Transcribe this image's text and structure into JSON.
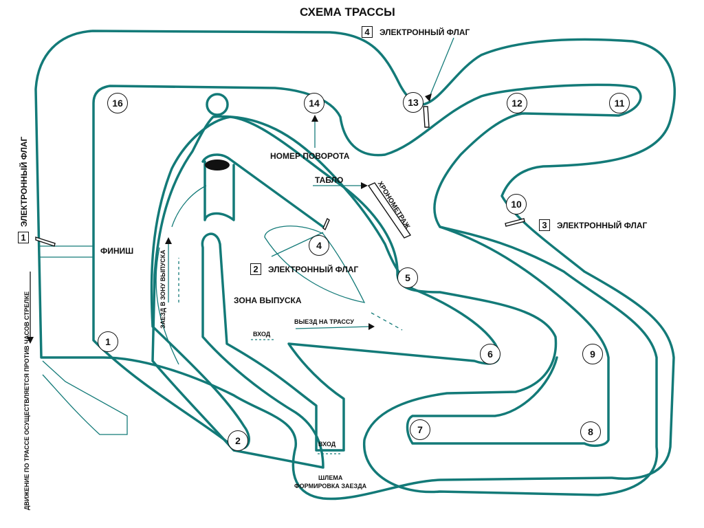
{
  "title": "СХЕМА ТРАССЫ",
  "colors": {
    "track": "#137a78",
    "ink": "#111111",
    "background": "#ffffff"
  },
  "flags": [
    {
      "number": "1",
      "label": "ЭЛЕКТРОННЫЙ ФЛАГ"
    },
    {
      "number": "2",
      "label": "ЭЛЕКТРОННЫЙ ФЛАГ"
    },
    {
      "number": "3",
      "label": "ЭЛЕКТРОННЫЙ ФЛАГ"
    },
    {
      "number": "4",
      "label": "ЭЛЕКТРОННЫЙ ФЛАГ"
    }
  ],
  "turns": [
    "1",
    "2",
    "4",
    "5",
    "6",
    "7",
    "8",
    "9",
    "10",
    "11",
    "12",
    "13",
    "14",
    "16"
  ],
  "labels": {
    "finish": "ФИНИШ",
    "turn_number": "НОМЕР ПОВОРОТА",
    "scoreboard": "ТАБЛО",
    "timing": "ХРОНОМЕТРАЖ",
    "release_zone": "ЗОНА ВЫПУСКА",
    "entry_release_zone": "ЗАЕЗД В ЗОНУ ВЫПУСКА",
    "exit_to_track": "ВЫЕЗД НА ТРАССУ",
    "entry_1": "ВХОД",
    "entry_2": "ВХОД",
    "helmets": "ШЛЕМА",
    "heat_forming": "ФОРМИРОВКА ЗАЕЗДА",
    "direction": "ДВИЖЕНИЕ ПО ТРАССЕ ОСУЩЕСТВЛЯЕТСЯ ПРОТИВ ЧАСОВ СТРЕЛКЕ"
  }
}
